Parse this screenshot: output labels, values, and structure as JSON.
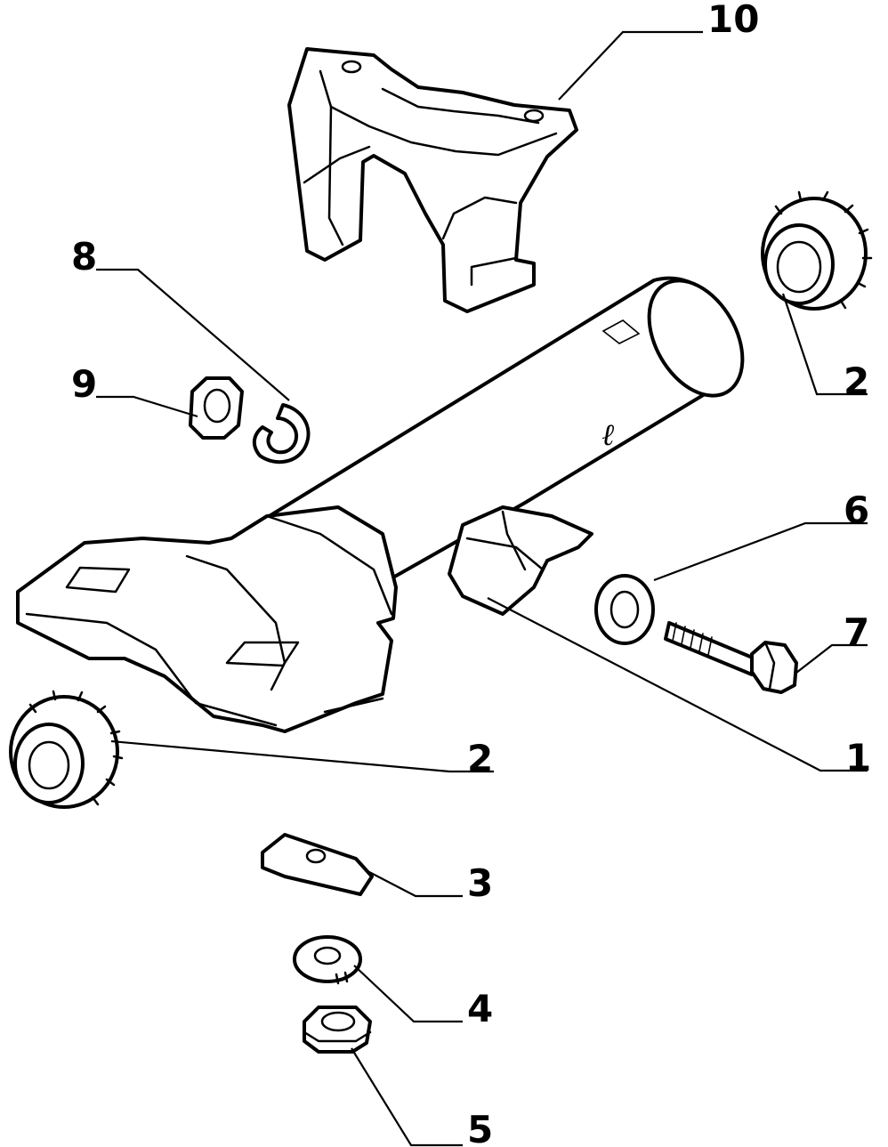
{
  "callouts": {
    "c1": "1",
    "c2_right": "2",
    "c2_left": "2",
    "c3": "3",
    "c4": "4",
    "c5": "5",
    "c6": "6",
    "c7": "7",
    "c8": "8",
    "c9": "9",
    "c10": "10"
  }
}
